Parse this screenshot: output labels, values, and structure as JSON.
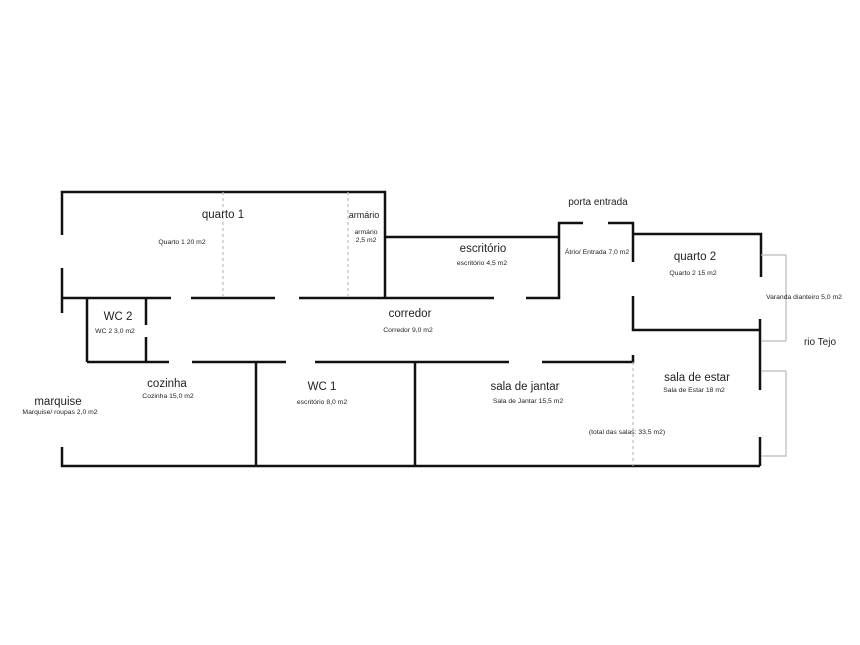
{
  "rooms": {
    "quarto1": {
      "name": "quarto 1",
      "area": "Quarto 1   20 m2"
    },
    "armario": {
      "name": "armário",
      "area_line1": "armário",
      "area_line2": "2,5 m2"
    },
    "escritorio": {
      "name": "escritório",
      "area": "escritório 4,5 m2"
    },
    "entrada": {
      "name": "porta entrada",
      "area": "Átrio/ Entrada   7,0 m2"
    },
    "quarto2": {
      "name": "quarto 2",
      "area": "Quarto 2   15 m2"
    },
    "varanda": {
      "area": "Varanda dianteiro   5,0 m2"
    },
    "rio": {
      "name": "rio Tejo"
    },
    "corredor": {
      "name": "corredor",
      "area": "Corredor   9,0 m2"
    },
    "wc2": {
      "name": "WC 2",
      "area": "WC 2   3,0 m2"
    },
    "cozinha": {
      "name": "cozinha",
      "area": "Cozinha 15,0 m2"
    },
    "marquise": {
      "name": "marquise",
      "area": "Marquise/ roupas   2,0 m2"
    },
    "wc1": {
      "name": "WC 1",
      "area": "escritório 8,0 m2"
    },
    "sala_jantar": {
      "name": "sala de jantar",
      "area": "Sala de Jantar 15,5 m2"
    },
    "sala_estar": {
      "name": "sala de estar",
      "area": "Sala de Estar 18 m2"
    },
    "total_salas": "(total das salas: 33,5 m2)"
  }
}
